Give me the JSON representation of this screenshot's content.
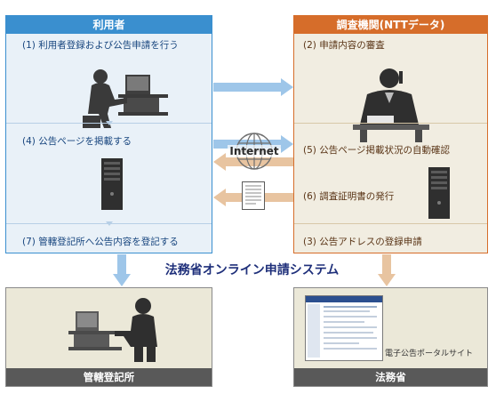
{
  "user_panel": {
    "title": "利用者",
    "steps": [
      "(1) 利用者登録および公告申請を行う",
      "(4) 公告ページを掲載する",
      "(7) 管轄登記所へ公告内容を登記する"
    ]
  },
  "ntt_panel": {
    "title": "調査機関(NTTデータ)",
    "steps": [
      "(2) 申請内容の審査",
      "(5) 公告ページ掲載状況の自動確認",
      "(6) 調査証明書の発行",
      "(3) 公告アドレスの登録申請"
    ]
  },
  "internet_label": "Internet",
  "system_name": "法務省オンライン申請システム",
  "registry": {
    "title": "管轄登記所"
  },
  "moj": {
    "title": "法務省",
    "portal_label": "電子公告ポータルサイト"
  },
  "colors": {
    "blue_header": "#3a8fcf",
    "blue_bg": "#e9f1f8",
    "orange_header": "#d66d2a",
    "brown_bg": "#f1ede1",
    "gray_footer": "#595959",
    "blue_arrow": "#9ec6e9",
    "tan_arrow": "#e8c4a0"
  }
}
